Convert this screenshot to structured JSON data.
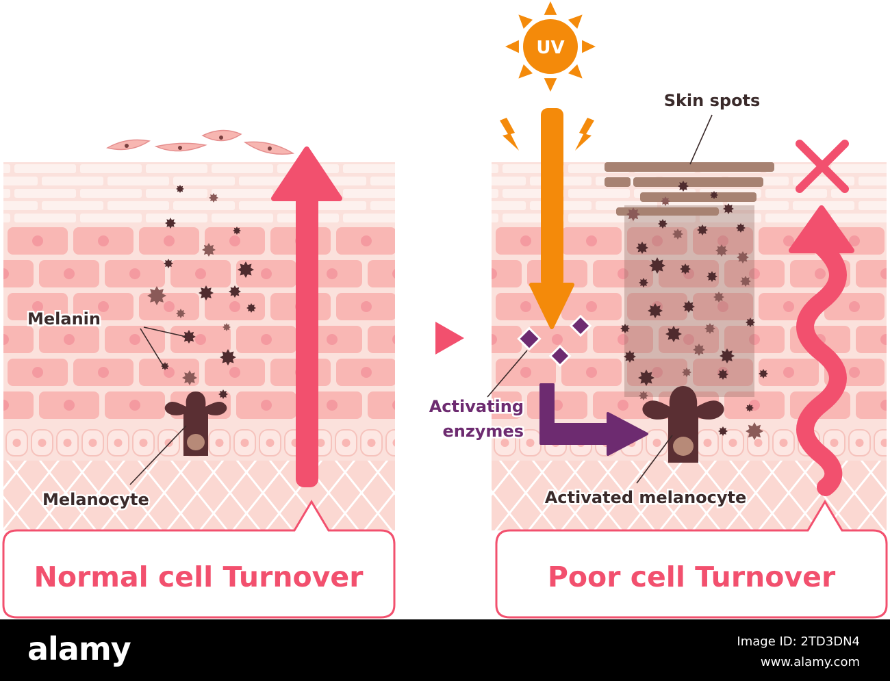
{
  "diagram": {
    "left_panel": {
      "melanin_label": "Melanin",
      "melanocyte_label": "Melanocyte",
      "caption": "Normal cell Turnover"
    },
    "right_panel": {
      "uv_label": "UV",
      "skin_spots_label": "Skin spots",
      "enzymes_label_line1": "Activating",
      "enzymes_label_line2": "enzymes",
      "activated_label": "Activated melanocyte",
      "caption": "Poor cell Turnover"
    }
  },
  "footer": {
    "brand": "alamy",
    "image_id_label": "Image ID: 2TD3DN4",
    "site": "www.alamy.com"
  },
  "colors": {
    "arrow_pink": "#f2506e",
    "uv_orange": "#f48a0a",
    "enzyme_purple": "#6d2b70",
    "melanin_dark": "#553032",
    "spot_brown": "#a78272",
    "skin_light": "#fde3df",
    "skin_mid": "#f9b7b4",
    "footer_bg": "#000000"
  }
}
